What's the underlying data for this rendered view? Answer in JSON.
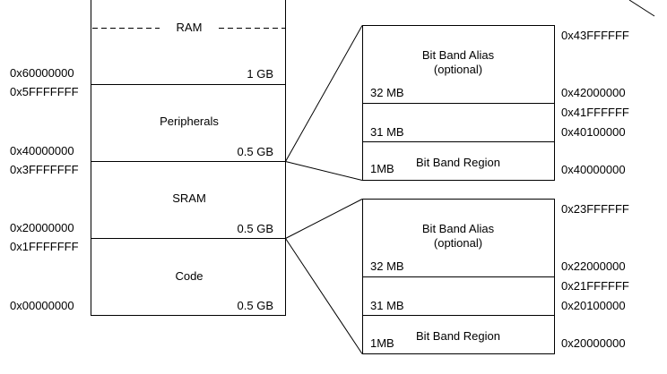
{
  "memory_map": {
    "ram_label": "RAM",
    "regions": [
      {
        "key": "ram",
        "size": "1 GB",
        "start_addr": "0x60000000",
        "end_addr": ""
      },
      {
        "key": "peripherals",
        "name": "Peripherals",
        "size": "0.5 GB",
        "start_addr": "0x40000000",
        "end_addr": "0x5FFFFFFF"
      },
      {
        "key": "sram",
        "name": "SRAM",
        "size": "0.5 GB",
        "start_addr": "0x20000000",
        "end_addr": "0x3FFFFFFF"
      },
      {
        "key": "code",
        "name": "Code",
        "size": "0.5 GB",
        "start_addr": "0x00000000",
        "end_addr": "0x1FFFFFFF"
      }
    ]
  },
  "bitband_peripheral": {
    "alias": {
      "line1": "Bit Band Alias",
      "line2": "(optional)",
      "size": "32 MB",
      "top_addr": "0x43FFFFFF",
      "bottom_addr": "0x42000000"
    },
    "gap": {
      "size": "31 MB",
      "top_addr": "0x41FFFFFF",
      "bottom_addr": "0x40100000"
    },
    "region": {
      "label": "Bit Band Region",
      "size": "1MB",
      "bottom_addr": "0x40000000"
    }
  },
  "bitband_sram": {
    "alias": {
      "line1": "Bit Band Alias",
      "line2": "(optional)",
      "size": "32 MB",
      "top_addr": "0x23FFFFFF",
      "bottom_addr": "0x22000000"
    },
    "gap": {
      "size": "31 MB",
      "top_addr": "0x21FFFFFF",
      "bottom_addr": "0x20100000"
    },
    "region": {
      "label": "Bit Band Region",
      "size": "1MB",
      "bottom_addr": "0x20000000"
    }
  }
}
